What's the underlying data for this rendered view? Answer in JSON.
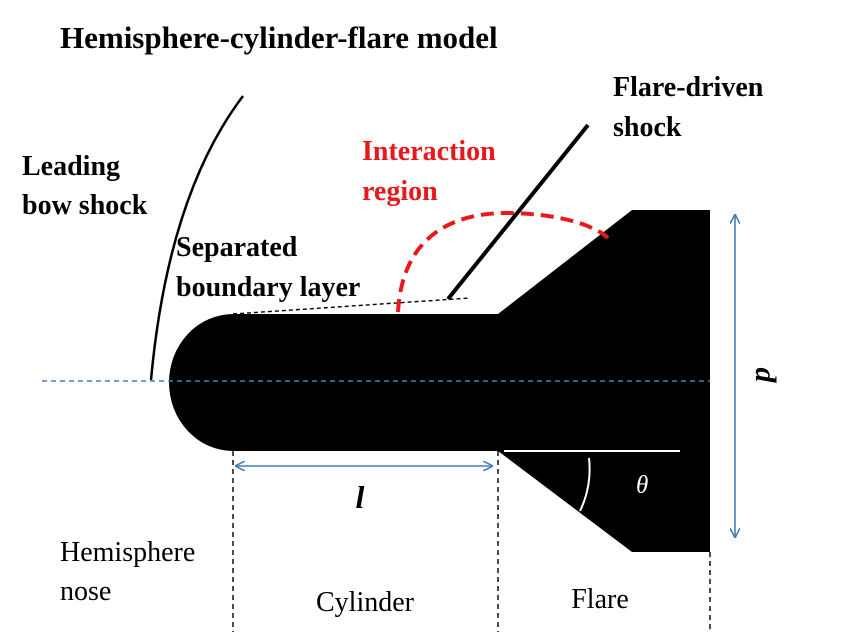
{
  "title": "Hemisphere-cylinder-flare model",
  "labels": {
    "leading_bow_shock": [
      "Leading",
      "bow shock"
    ],
    "separated_boundary_layer": [
      "Separated",
      "boundary layer"
    ],
    "interaction_region": [
      "Interaction",
      "region"
    ],
    "flare_driven_shock": [
      "Flare-driven",
      "shock"
    ],
    "hemisphere_nose": [
      "Hemisphere",
      "nose"
    ],
    "cylinder": "Cylinder",
    "flare": "Flare",
    "length_symbol": "l",
    "diameter_symbol": "d",
    "angle_symbol": "θ"
  },
  "colors": {
    "body": "#000000",
    "interaction_region": "#e8191c",
    "dimension_arrow": "#4a7ebb",
    "axis_line": "#4a7ebb",
    "background": "#ffffff"
  }
}
